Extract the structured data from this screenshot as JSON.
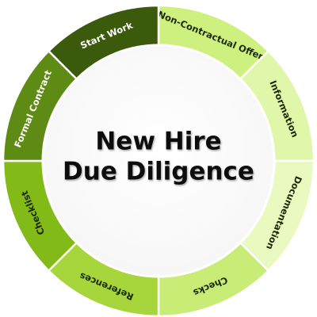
{
  "diagram": {
    "title_lines": [
      "New Hire",
      "Due Diligence"
    ],
    "segments": [
      {
        "label": "Non-Contractual Offer",
        "fill": "#cdf07f",
        "text": "#1c2a07"
      },
      {
        "label": "Information",
        "fill": "#e0f7aa",
        "text": "#1c2a07"
      },
      {
        "label": "Documentation",
        "fill": "#eaf9bf",
        "text": "#1c2a07"
      },
      {
        "label": "Checks",
        "fill": "#c8ec76",
        "text": "#1c2a07"
      },
      {
        "label": "References",
        "fill": "#a6d63c",
        "text": "#1c2a07"
      },
      {
        "label": "Checklist",
        "fill": "#82ba17",
        "text": "#1c2a07"
      },
      {
        "label": "Formal Contract",
        "fill": "#5e8b14",
        "text": "#ffffff"
      },
      {
        "label": "Start Work",
        "fill": "#3b5a0c",
        "text": "#ffffff"
      }
    ]
  }
}
